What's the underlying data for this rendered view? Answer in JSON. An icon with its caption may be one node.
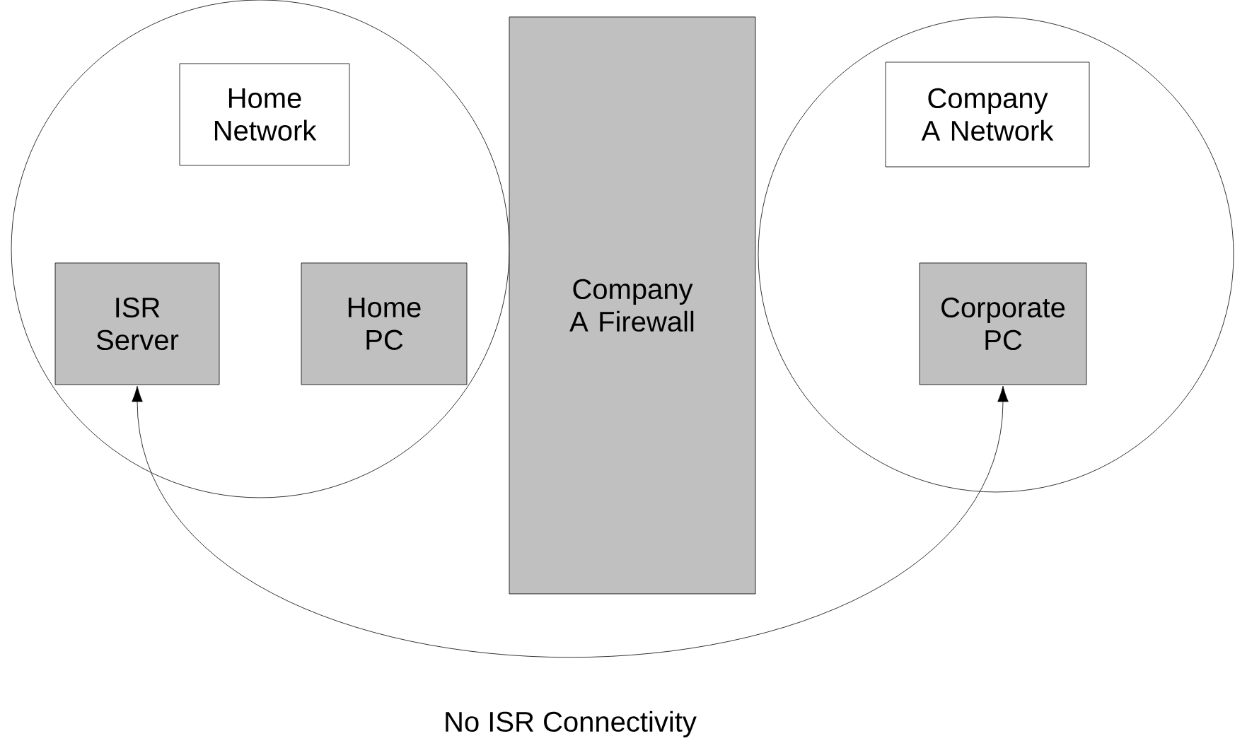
{
  "diagram": {
    "nodes": [
      {
        "text": [],
        "shape": "circle"
      },
      {
        "text": [
          "Home Network"
        ],
        "in": 0
      },
      {
        "text": [
          "ISR Server"
        ],
        "in": 0
      },
      {
        "text": [
          "Home PC"
        ],
        "in": 0
      },
      {
        "text": [
          "Company A Firewall"
        ]
      },
      {
        "text": [],
        "shape": "circle"
      },
      {
        "text": [
          "Company A Network"
        ],
        "in": 5
      },
      {
        "text": [
          "Corporate PC"
        ],
        "in": 5
      }
    ],
    "edges": [
      {
        "from": 2,
        "to": 7,
        "arrow": "both",
        "label": "No ISR Connectivity"
      }
    ]
  }
}
